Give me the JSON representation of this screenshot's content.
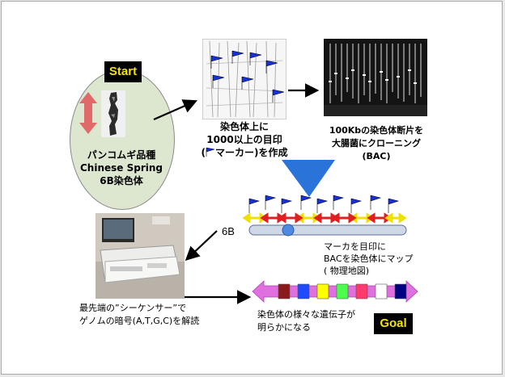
{
  "start_label": "Start",
  "goal_label": "Goal",
  "wheat": {
    "line1": "パンコムギ品種",
    "line2": "Chinese Spring",
    "line3": "6B染色体"
  },
  "markers_text": {
    "line1": "染色体上に",
    "line2": "1000以上の目印",
    "line3_pre": "(",
    "line3_post": "マーカー)を作成"
  },
  "bac_text": {
    "line1": "100Kbの染色体断片を",
    "line2": "大腸菌にクローニング",
    "line3": "(BAC)"
  },
  "map_text": {
    "line1": "マーカを目印に",
    "line2": "BACを染色体にマップ",
    "line3": "( 物理地図)"
  },
  "chromosome_label": "6B",
  "sequencer_text": {
    "line1": "最先端の”シーケンサー”で",
    "line2": "ゲノムの暗号(A,T,G,C)を解読"
  },
  "genes_text": {
    "line1": "染色体の様々な遺伝子が",
    "line2": "明らかになる"
  },
  "colors": {
    "flag": "#1730d8",
    "ellipse_fill": "#dde7cf",
    "triangle": "#2a73d8",
    "gene_bar": "#e070e0",
    "gene_blocks": [
      "#8b1a1a",
      "#1f4bff",
      "#ffff00",
      "#4bff4b",
      "#ff3b6b",
      "#ffffff",
      "#000080"
    ]
  }
}
